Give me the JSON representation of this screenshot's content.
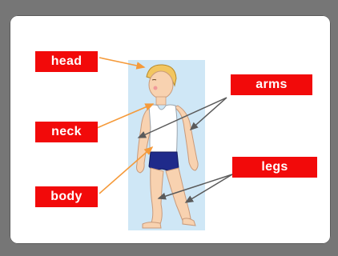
{
  "labels": {
    "head": "head",
    "neck": "neck",
    "body": "body",
    "arms": "arms",
    "legs": "legs"
  },
  "colors": {
    "label_bg": "#f20a0a",
    "label_text": "#ffffff",
    "arrow_orange": "#f59a3a",
    "arrow_gray": "#5a5a5a",
    "panel_bg": "#cfe7f6",
    "frame": "#767676"
  }
}
